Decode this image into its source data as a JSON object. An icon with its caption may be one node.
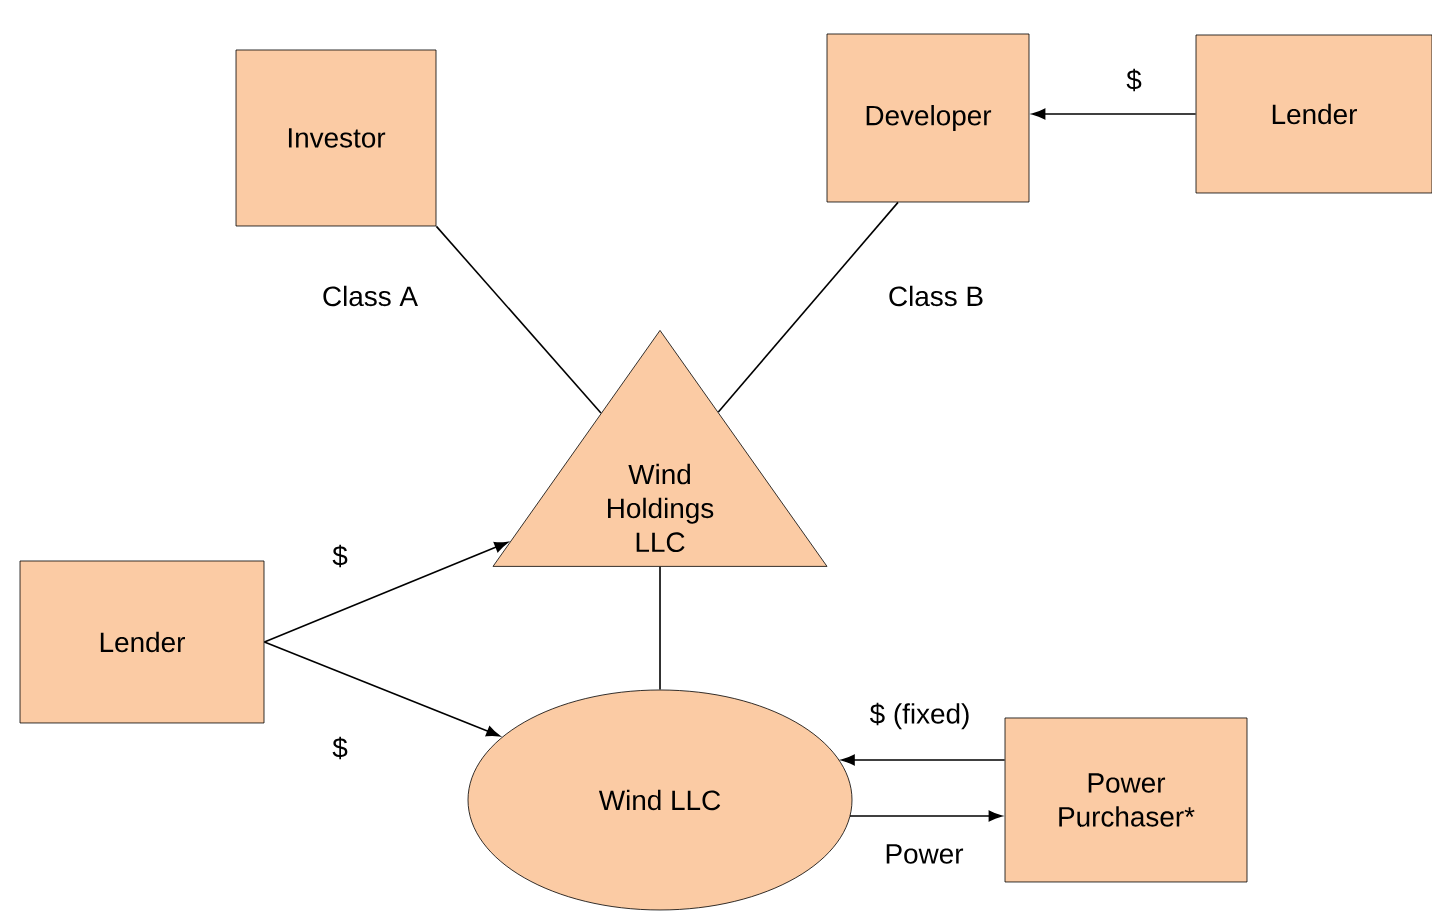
{
  "diagram": {
    "nodes": [
      {
        "text": [
          "Investor"
        ]
      },
      {
        "text": [
          "Developer"
        ]
      },
      {
        "text": [
          "Lender"
        ]
      },
      {
        "text": [
          "Wind Holdings LLC"
        ]
      },
      {
        "text": [
          "Lender"
        ]
      },
      {
        "text": [
          "Wind LLC"
        ]
      },
      {
        "text": [
          "Power Purchaser*"
        ]
      }
    ],
    "edges": [
      {
        "from": 0,
        "to": 3,
        "arrow": "none",
        "label": "Class A"
      },
      {
        "from": 1,
        "to": 3,
        "arrow": "none",
        "label": "Class B"
      },
      {
        "from": 2,
        "to": 1,
        "arrow": "to",
        "label": "$"
      },
      {
        "from": 3,
        "to": 5,
        "arrow": "none"
      },
      {
        "from": 4,
        "to": 3,
        "arrow": "to",
        "label": "$"
      },
      {
        "from": 4,
        "to": 5,
        "arrow": "to",
        "label": "$"
      },
      {
        "from": 6,
        "to": 5,
        "arrow": "to",
        "label": "$ (fixed)"
      },
      {
        "from": 5,
        "to": 6,
        "arrow": "to",
        "label": "Power"
      }
    ]
  }
}
